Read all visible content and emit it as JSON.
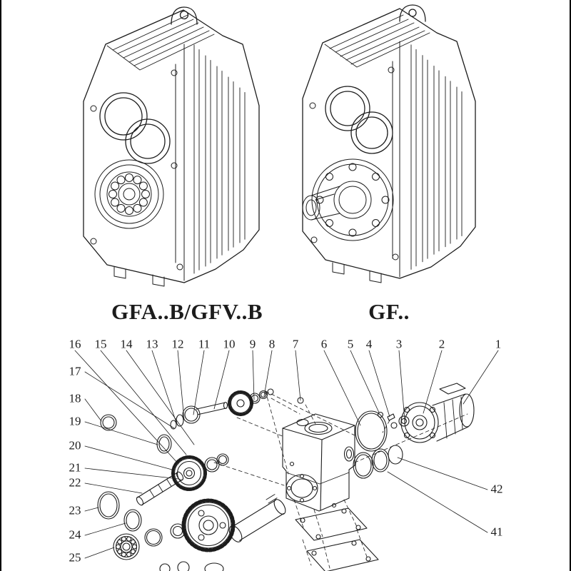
{
  "colors": {
    "ink": "#1c1c1c",
    "paper": "#ffffff",
    "edge": "#000000"
  },
  "products": [
    {
      "id": "foot-flange-mounted",
      "label": "GFA..B/GFV..B"
    },
    {
      "id": "shaft-mounted",
      "label": "GF.."
    }
  ],
  "exploded_view": {
    "callouts_top": [
      "16",
      "15",
      "14",
      "13",
      "12",
      "11",
      "10",
      "9",
      "8",
      "7",
      "6",
      "5",
      "4",
      "3",
      "2",
      "1"
    ],
    "callouts_left": [
      "17",
      "18",
      "19",
      "20",
      "21",
      "22",
      "23",
      "24",
      "25"
    ],
    "callouts_right": [
      "42",
      "41"
    ]
  }
}
